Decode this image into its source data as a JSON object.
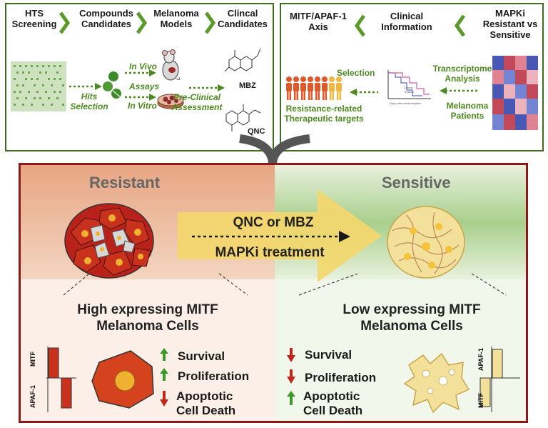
{
  "workflow": {
    "steps": [
      "HTS\nScreening",
      "Compounds\nCandidates",
      "Melanoma\nModels",
      "Clincal\nCandidates"
    ],
    "hits_selection": "Hits\nSelection",
    "in_vivo": "In Vivo",
    "assays": "Assays",
    "in_vitro": "In Vitro",
    "preclinical": "Pre-Clinical\nAssessment",
    "mbz": "MBZ",
    "qnc": "QNC"
  },
  "clinical": {
    "headers": [
      "MITF/APAF-1\nAxis",
      "Clinical\nInformation",
      "MAPKi\nResistant vs\nSensitive"
    ],
    "selection": "Selection",
    "targets": "Resistance-related\nTherapeutic targets",
    "transcriptome": "Transcriptome\nAnalysis",
    "patients": "Melanoma\nPatients",
    "km_ylabel": "Probability of Survival",
    "km_xlabel": "Days after randomization",
    "km_legend": [
      "Control",
      "Treated"
    ]
  },
  "main": {
    "resistant": "Resistant",
    "sensitive": "Sensitive",
    "arrow_top": "QNC or MBZ",
    "arrow_bottom": "MAPKi treatment",
    "high_label": "High expressing MITF\nMelanoma Cells",
    "low_label": "Low expressing MITF\nMelanoma Cells",
    "bar_labels": [
      "MITF",
      "APAF-1"
    ],
    "left_effects": [
      "Survival",
      "Proliferation",
      "Apoptotic\nCell Death"
    ],
    "right_effects": [
      "Survival",
      "Proliferation",
      "Apoptotic\nCell Death"
    ]
  },
  "colors": {
    "frame_green": "#3f6b1e",
    "frame_red": "#8a1a1a",
    "cell_red": "#c8321c",
    "cell_yellow": "#f3e09a",
    "arrow_yellow": "#f0d35a",
    "up_green": "#3c9a2a",
    "down_red": "#c0261c"
  }
}
